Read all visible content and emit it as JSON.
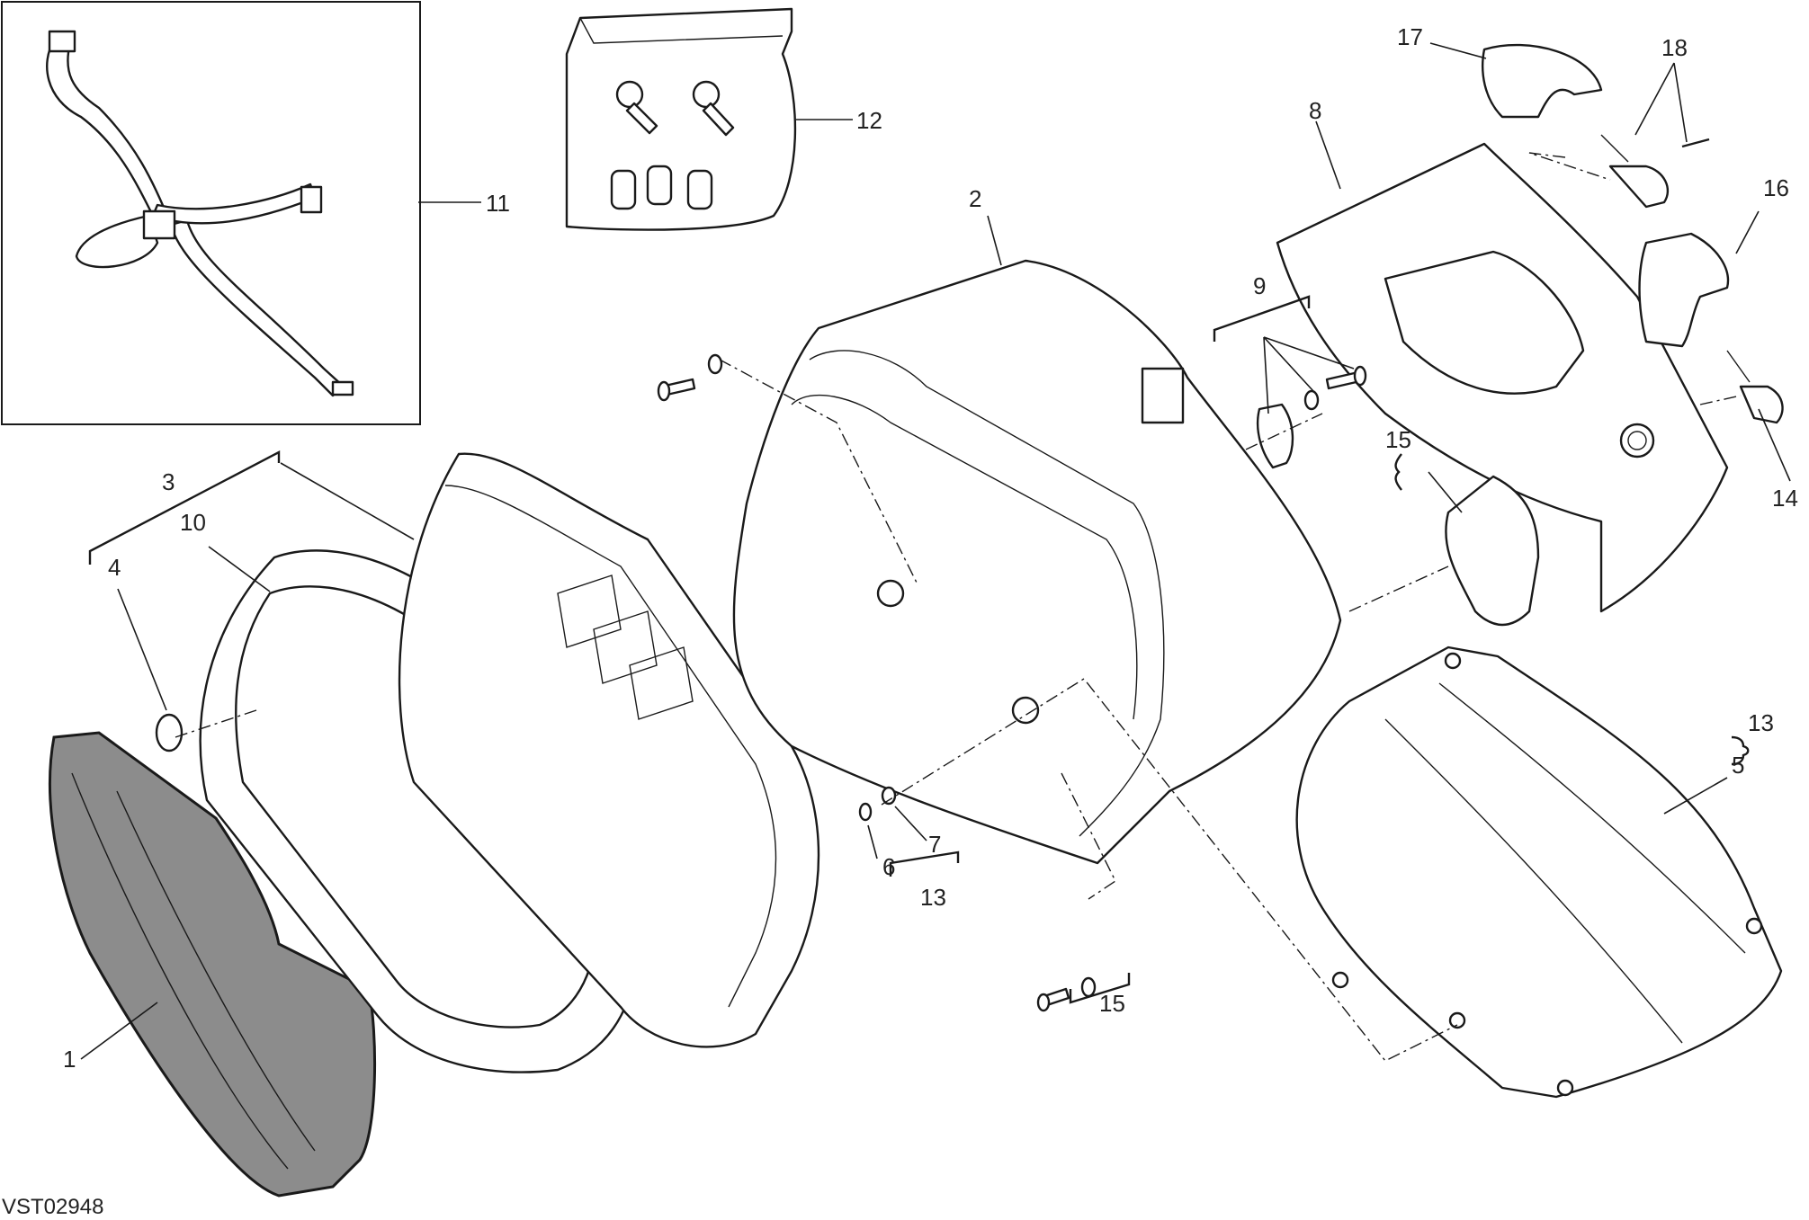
{
  "drawing_ref": "VST02948",
  "callouts": [
    {
      "id": "c1",
      "label": "1"
    },
    {
      "id": "c2",
      "label": "2"
    },
    {
      "id": "c3",
      "label": "3"
    },
    {
      "id": "c4",
      "label": "4"
    },
    {
      "id": "c5",
      "label": "5"
    },
    {
      "id": "c6",
      "label": "6"
    },
    {
      "id": "c7",
      "label": "7"
    },
    {
      "id": "c8",
      "label": "8"
    },
    {
      "id": "c9",
      "label": "9"
    },
    {
      "id": "c10",
      "label": "10"
    },
    {
      "id": "c11",
      "label": "11"
    },
    {
      "id": "c12",
      "label": "12"
    },
    {
      "id": "c13a",
      "label": "13"
    },
    {
      "id": "c13b",
      "label": "13"
    },
    {
      "id": "c14",
      "label": "14"
    },
    {
      "id": "c15a",
      "label": "15"
    },
    {
      "id": "c15b",
      "label": "15"
    },
    {
      "id": "c16",
      "label": "16"
    },
    {
      "id": "c17",
      "label": "17"
    },
    {
      "id": "c18",
      "label": "18"
    }
  ]
}
